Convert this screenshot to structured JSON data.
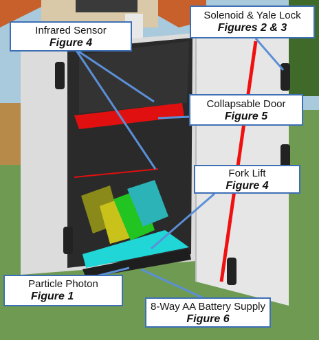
{
  "colors": {
    "sky": "#a9c9dc",
    "grass": "#6f9a52",
    "roof": "#c8602b",
    "cabinet": "#dcdcdc",
    "interior": "#2a2a2a",
    "shelf_red": "#e01010",
    "fork_cyan": "#20d6d6",
    "block_green": "#22c422",
    "block_yellow": "#c9c21a",
    "block_teal": "#2bb3b8",
    "callout_border": "#3d6fb5",
    "leader_line": "#5b8fd6"
  },
  "callouts": {
    "solenoid": {
      "label": "Solenoid & Yale Lock",
      "figure": "Figures 2 & 3"
    },
    "infrared": {
      "label": "Infrared Sensor",
      "figure": "Figure 4"
    },
    "door": {
      "label": "Collapsable Door",
      "figure": "Figure 5"
    },
    "forklift": {
      "label": "Fork Lift",
      "figure": "Figure 4"
    },
    "photon": {
      "label": "Particle Photon",
      "figure": "Figure 1"
    },
    "battery": {
      "label": "8-Way AA Battery Supply",
      "figure": "Figure 6"
    }
  }
}
